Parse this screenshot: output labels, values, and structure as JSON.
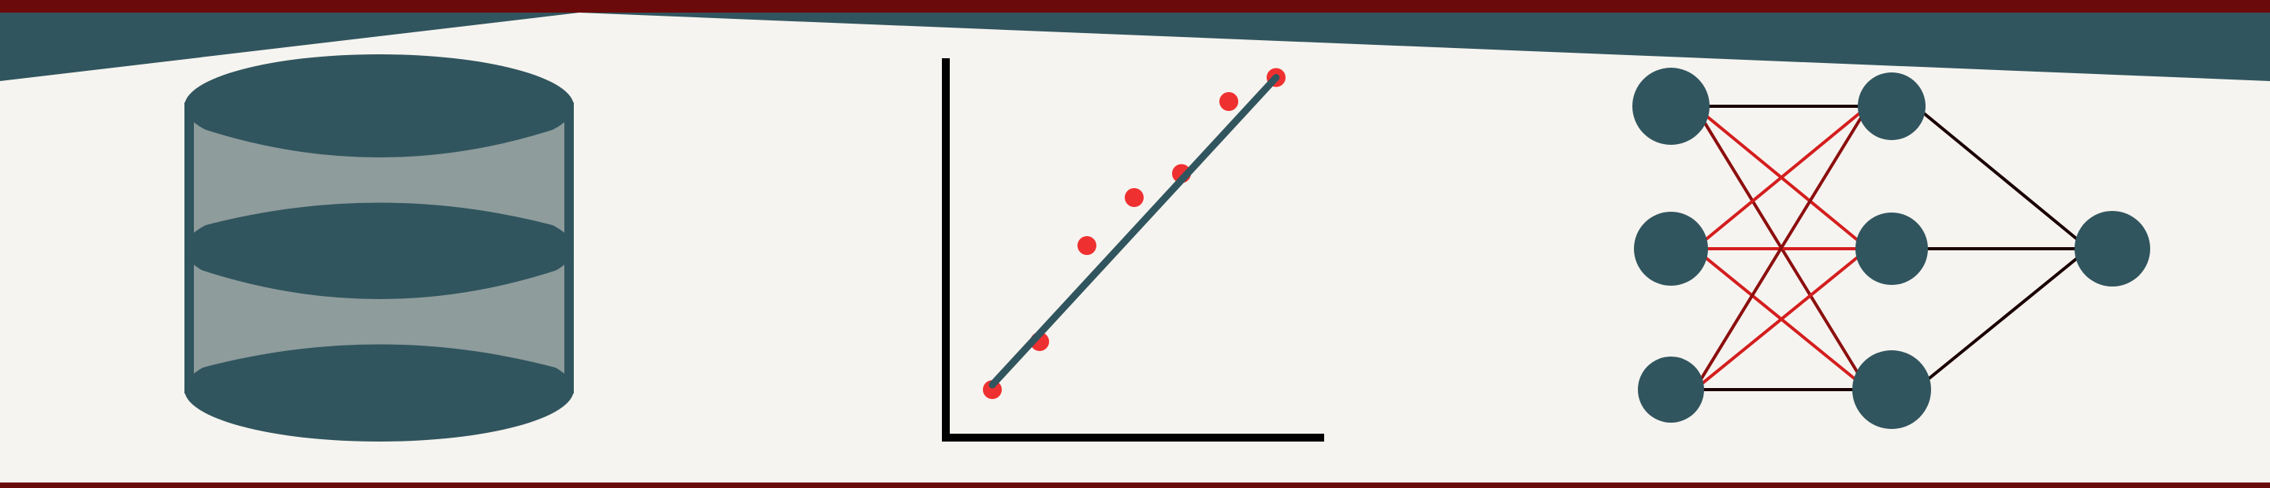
{
  "colors": {
    "background": "#f6f4f0",
    "dark_red": "#6b0a0a",
    "teal": "#31555e",
    "cylinder_fill": "#8e9c9c",
    "point_red": "#ef3030",
    "edge_black": "#1a0000",
    "edge_dark_red": "#8c0f0f",
    "edge_red": "#d41e1e",
    "axis_black": "#000000"
  },
  "icons": {
    "left": "database-icon",
    "middle": "scatter-regression-icon",
    "right": "neural-network-icon"
  },
  "regression_plot": {
    "points": [
      {
        "x": 0,
        "y": 0
      },
      {
        "x": 1,
        "y": 1
      },
      {
        "x": 2,
        "y": 3
      },
      {
        "x": 3,
        "y": 4
      },
      {
        "x": 4,
        "y": 4.5
      },
      {
        "x": 5,
        "y": 6
      },
      {
        "x": 6,
        "y": 6.5
      }
    ],
    "fit_line": {
      "from": {
        "x": 0,
        "y": 0.1
      },
      "to": {
        "x": 6,
        "y": 6.5
      }
    }
  },
  "neural_network": {
    "layers": [
      3,
      3,
      1
    ]
  }
}
